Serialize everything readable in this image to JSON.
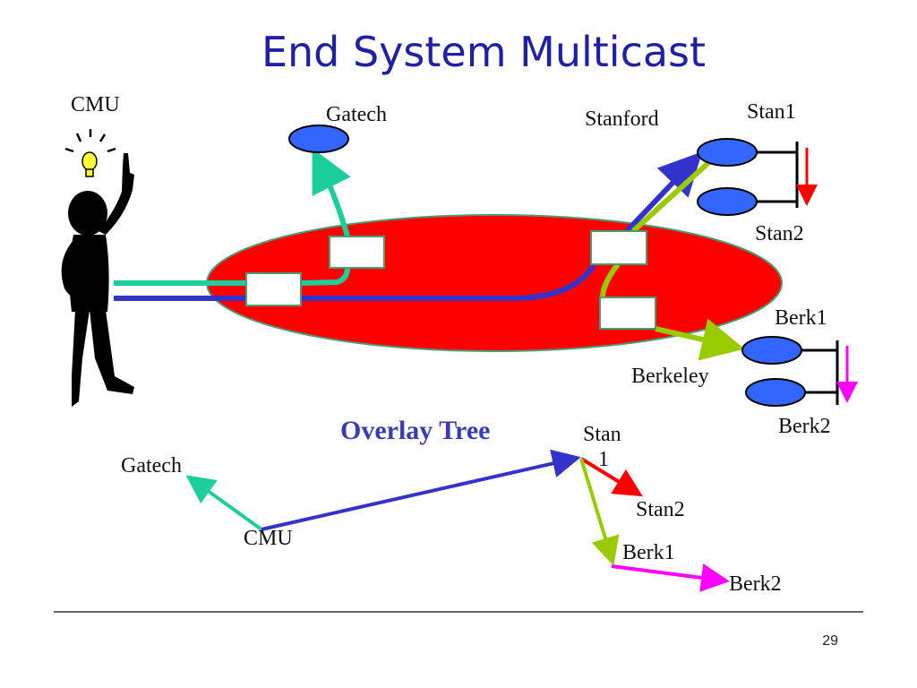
{
  "title": "End System Multicast",
  "labels": {
    "cmu": "CMU",
    "gatech": "Gatech",
    "stanford": "Stanford",
    "stan1": "Stan1",
    "stan2": "Stan2",
    "berk1": "Berk1",
    "berkeley": "Berkeley",
    "berk2": "Berk2"
  },
  "overlay": {
    "title": "Overlay  Tree",
    "gatech": "Gatech",
    "cmu": "CMU",
    "stan1_line1": "Stan",
    "stan1_line2": "1",
    "stan2": "Stan2",
    "berk1": "Berk1",
    "berk2": "Berk2"
  },
  "page_number": "29",
  "colors": {
    "title": "#1f1fa8",
    "network": "#ff0000",
    "host": "#3366ff",
    "gatech_path": "#1ccf9a",
    "stanford_path": "#3333cc",
    "berkeley_path": "#99cc00",
    "stan2_path": "#ff0000",
    "berk2_path": "#ff00ff"
  }
}
